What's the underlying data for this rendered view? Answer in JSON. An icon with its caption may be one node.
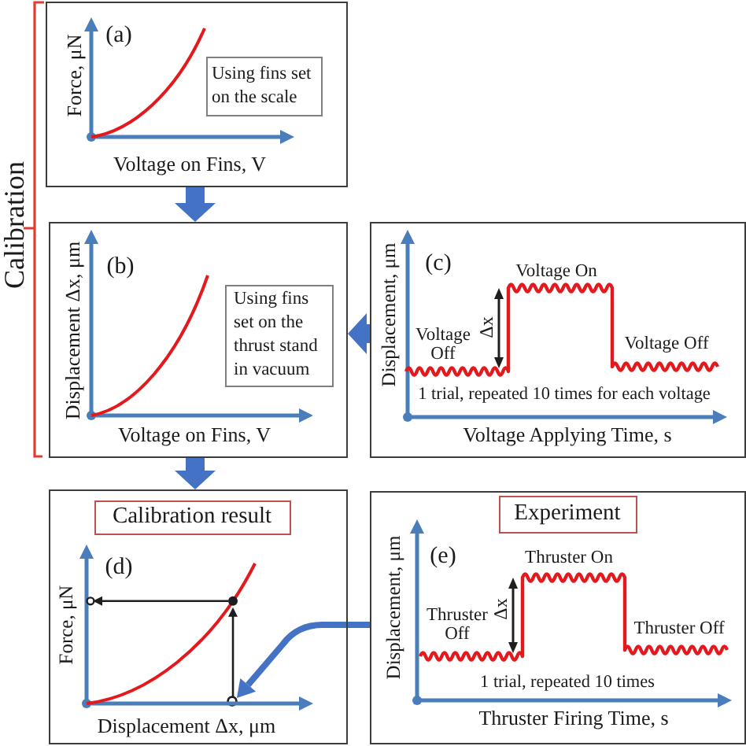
{
  "diagram": {
    "nodes": [
      {
        "text": [
          "(a)",
          "Force, μN",
          "Voltage on Fins, V"
        ]
      },
      {
        "text": [
          "Using fins set on the scale"
        ],
        "in": 0
      },
      {
        "text": [
          "(b)",
          "Displacement Δx, μm",
          "Voltage on Fins, V"
        ]
      },
      {
        "text": [
          "Using fins set on the thrust stand in vacuum"
        ],
        "in": 2
      },
      {
        "text": [
          "(c)",
          "Displacement, μm",
          "Voltage On",
          "Δx",
          "Voltage Off",
          "Voltage Off",
          "1 trial, repeated 10 times for each voltage",
          "Voltage Applying Time, s"
        ]
      },
      {
        "text": [
          "(d)",
          "Force, μN",
          "Displacement Δx, μm"
        ]
      },
      {
        "text": [
          "Calibration result"
        ],
        "in": 5
      },
      {
        "text": [],
        "shape": "circle",
        "in": 5
      },
      {
        "text": [
          "(e)",
          "Displacement, μm",
          "Thruster On",
          "Δx",
          "Thruster Off",
          "Thruster Off",
          "1 trial, repeated 10 times",
          "Thruster Firing Time, s"
        ]
      },
      {
        "text": [
          "Experiment"
        ],
        "in": 8
      }
    ],
    "edges": [
      {
        "from": 0,
        "to": 2,
        "arrow": "to"
      },
      {
        "from": 4,
        "to": 2,
        "arrow": "to"
      },
      {
        "from": 2,
        "to": 5,
        "arrow": "to"
      },
      {
        "from": 8,
        "to": 7,
        "arrow": "to"
      }
    ],
    "labels": [
      "Calibration"
    ]
  }
}
